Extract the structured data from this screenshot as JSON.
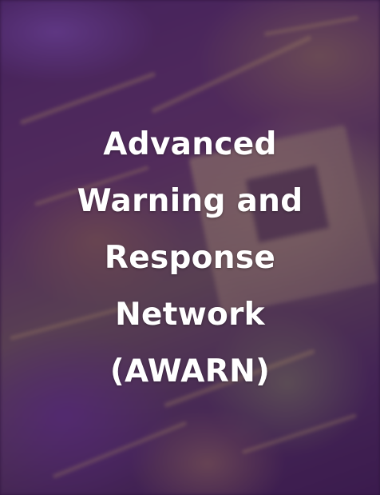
{
  "card": {
    "title_lines": [
      "Advanced",
      "Warning and",
      "Response",
      "Network",
      "(AWARN)"
    ],
    "background_icon": "circuit-board-image",
    "colors": {
      "overlay": "#3c1450",
      "text": "#ffffff"
    }
  }
}
